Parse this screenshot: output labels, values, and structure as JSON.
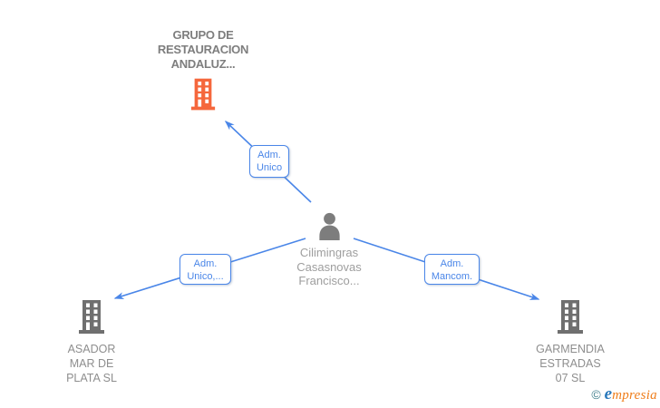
{
  "colors": {
    "blue": "#4a86e8",
    "orange": "#f5673c",
    "icon_gray": "#6f6f6f",
    "person_gray": "#7d7d7d",
    "title_gray": "#7e7e7e",
    "label_gray": "#8e8e8e",
    "name_gray": "#9e9e9e",
    "logo_copyright": "#43818f",
    "logo_e": "#2878bb",
    "logo_rest": "#ef7d1a"
  },
  "diagram": {
    "main_company": {
      "lines": [
        "GRUPO DE",
        "RESTAURACION",
        "ANDALUZ..."
      ]
    },
    "person": {
      "lines": [
        "Cilimingras",
        "Casasnovas",
        "Francisco..."
      ]
    },
    "company_left": {
      "lines": [
        "ASADOR",
        "MAR DE",
        "PLATA SL"
      ]
    },
    "company_right": {
      "lines": [
        "GARMENDIA",
        "ESTRADAS",
        "07 SL"
      ]
    },
    "edges": [
      {
        "role_lines": [
          "Adm.",
          "Unico"
        ]
      },
      {
        "role_lines": [
          "Adm.",
          "Unico,..."
        ]
      },
      {
        "role_lines": [
          "Adm.",
          "Mancom."
        ]
      }
    ]
  },
  "logo": {
    "copyright": "©",
    "first_letter": "e",
    "rest": "mpresia"
  }
}
